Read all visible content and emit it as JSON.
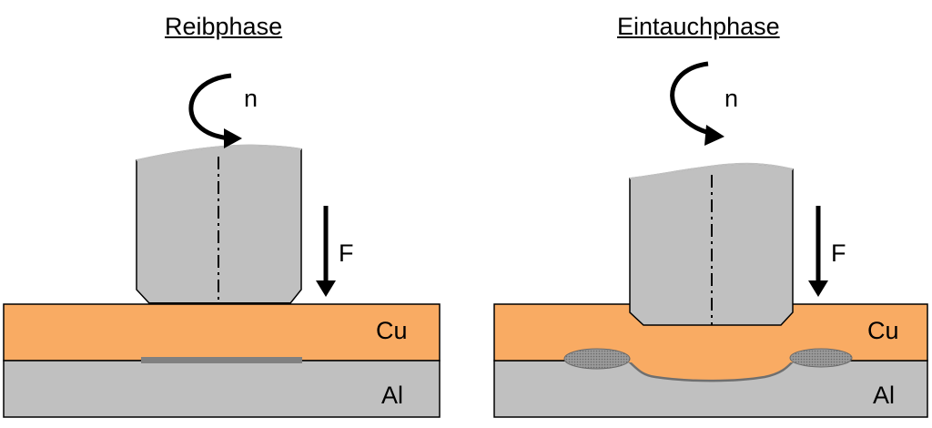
{
  "diagram": {
    "left_panel": {
      "title": "Reibphase"
    },
    "right_panel": {
      "title": "Eintauchphase"
    },
    "labels": {
      "rotation": "n",
      "force": "F",
      "top_layer": "Cu",
      "bottom_layer": "Al"
    },
    "colors": {
      "copper": "#F9AB63",
      "aluminum": "#C0C0C0",
      "tool": "#C0C0C0",
      "interface_layer": "#808080",
      "intermetallic": "#8C8C8C",
      "outline": "#000000"
    }
  }
}
